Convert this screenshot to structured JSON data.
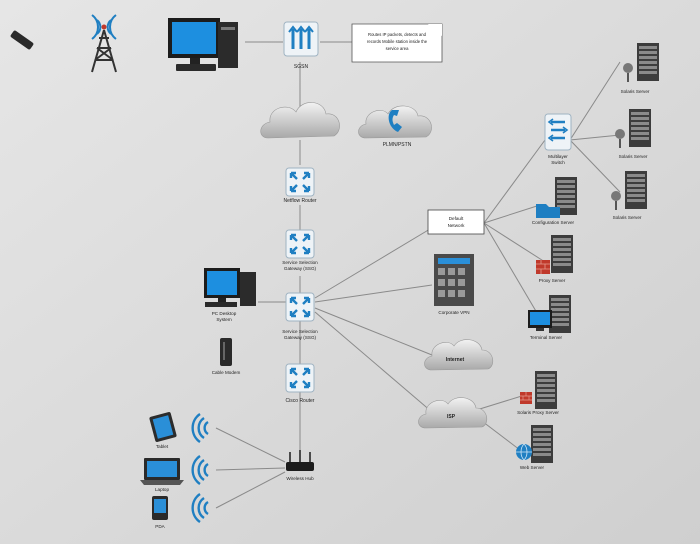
{
  "diagram": {
    "note": {
      "lines": [
        "Routes IP packets, detects and",
        "records Mobile station inside the",
        "service area"
      ]
    },
    "labels": {
      "sgsn": "SGSN",
      "plmn": "PLMN/PSTN",
      "netflow": "Netflow Router",
      "ssg1": [
        "Service Selection",
        "Gateway (SSG)"
      ],
      "ssg2": [
        "Service Selection",
        "Gateway (SSG)"
      ],
      "cisco": "Cisco Router",
      "pc": [
        "PC Desktop",
        "System"
      ],
      "modem": "Cable Modem",
      "tablet": "Tablet",
      "laptop": "Laptop",
      "pda": "PDA",
      "hub": "Wireless Hub",
      "default": [
        "Default",
        "Network"
      ],
      "vpn": "Corporate VPN",
      "internet": "Internet",
      "isp": "ISP",
      "switch": [
        "Multilayer",
        "Switch"
      ],
      "solaris1": "Solaris Server",
      "solaris2": "Solaris Server",
      "solaris3": "Solaris Server",
      "config": "Configuration Server",
      "proxy": "Proxy Server",
      "terminal": "Terminal Server",
      "solproxy": "Solaris Proxy Server",
      "web": "Web Server"
    }
  }
}
